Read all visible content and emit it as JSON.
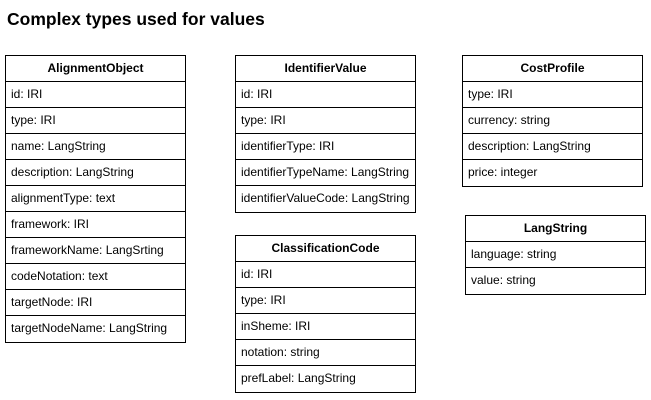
{
  "title": "Complex types used for values",
  "entities": {
    "alignment_object": {
      "name": "AlignmentObject",
      "fields": [
        "id: IRI",
        "type: IRI",
        "name: LangString",
        "description: LangString",
        "alignmentType: text",
        "framework: IRI",
        "frameworkName: LangSrting",
        "codeNotation: text",
        "targetNode: IRI",
        "targetNodeName: LangString"
      ]
    },
    "identifier_value": {
      "name": "IdentifierValue",
      "fields": [
        "id: IRI",
        "type: IRI",
        "identifierType: IRI",
        "identifierTypeName: LangString",
        "identifierValueCode: LangString"
      ]
    },
    "cost_profile": {
      "name": "CostProfile",
      "fields": [
        "type: IRI",
        "currency: string",
        "description: LangString",
        "price: integer"
      ]
    },
    "classification_code": {
      "name": "ClassificationCode",
      "fields": [
        "id: IRI",
        "type: IRI",
        "inSheme: IRI",
        "notation: string",
        "prefLabel: LangString"
      ]
    },
    "lang_string": {
      "name": "LangString",
      "fields": [
        "language: string",
        "value: string"
      ]
    }
  }
}
